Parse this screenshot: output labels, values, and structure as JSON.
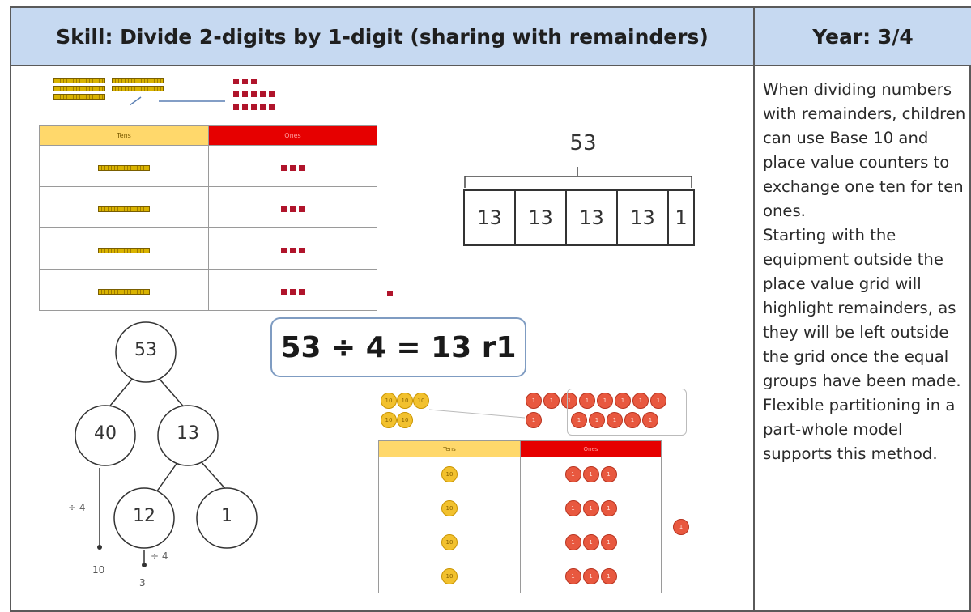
{
  "header": {
    "skill": "Skill: Divide 2-digits by 1-digit  (sharing with remainders)",
    "year": "Year: 3/4"
  },
  "side_text": [
    "When dividing numbers with remainders, children can use Base 10 and place value counters to exchange one ten for ten ones.",
    "Starting with the equipment outside the place value grid will highlight remainders, as they will be left outside the grid once the equal groups have been made.",
    "Flexible partitioning in a part-whole model supports this method."
  ],
  "equation": "53 ÷ 4 = 13 r1",
  "bar_model": {
    "whole": "53",
    "parts": [
      "13",
      "13",
      "13",
      "13",
      "1"
    ]
  },
  "part_whole": {
    "whole": "53",
    "parts": [
      "40",
      "13"
    ],
    "subparts": [
      "12",
      "1"
    ],
    "div_label": "÷ 4",
    "results": [
      "10",
      "3"
    ]
  },
  "grid_top": {
    "headers": [
      "Tens",
      "Ones"
    ],
    "rows": 4,
    "tens_per_row": 1,
    "ones_per_row": 3
  },
  "grid_bottom": {
    "headers": [
      "Tens",
      "Ones"
    ],
    "rows": 4,
    "counter_tens_label": "10",
    "counter_ones_label": "1"
  },
  "colors": {
    "header_bg": "#c6d9f1",
    "tens_header": "#ffd86b",
    "ones_header": "#e60000",
    "cube": "#b0142b",
    "counter_yellow": "#f2c12e",
    "counter_red": "#e8583f"
  }
}
